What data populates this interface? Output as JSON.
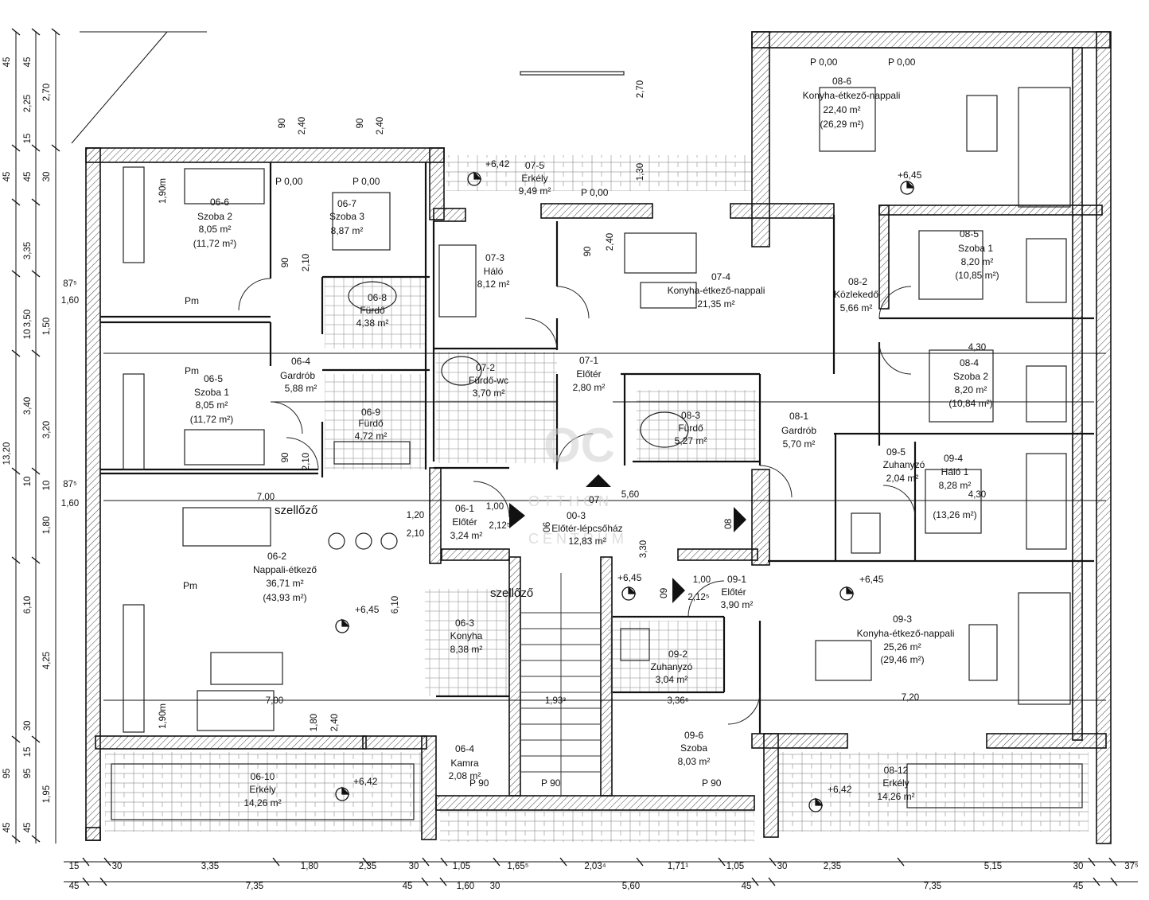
{
  "watermark": {
    "logo": "OC",
    "text1": "OTTHON",
    "text2": "CENTRUM"
  },
  "rooms": [
    {
      "id": "06-6",
      "name": "Szoba 2",
      "area": "8,05 m²",
      "area2": "(11,72 m²)"
    },
    {
      "id": "06-7",
      "name": "Szoba 3",
      "area": "8,87 m²",
      "area2": ""
    },
    {
      "id": "06-8",
      "name": "Fürdő",
      "area": "4,38 m²",
      "area2": ""
    },
    {
      "id": "06-5",
      "name": "Szoba 1",
      "area": "8,05 m²",
      "area2": "(11,72 m²)"
    },
    {
      "id": "06-4",
      "name": "Gardrób",
      "area": "5,88 m²",
      "area2": ""
    },
    {
      "id": "06-9",
      "name": "Fürdő",
      "area": "4,72 m²",
      "area2": ""
    },
    {
      "id": "06-2",
      "name": "Nappali-étkező",
      "area": "36,71 m²",
      "area2": "(43,93 m²)"
    },
    {
      "id": "06-1",
      "name": "Előtér",
      "area": "3,24 m²",
      "area2": ""
    },
    {
      "id": "06-3",
      "name": "Konyha",
      "area": "8,38 m²",
      "area2": ""
    },
    {
      "id": "06-4",
      "name": "Kamra",
      "area": "2,08 m²",
      "area2": ""
    },
    {
      "id": "06-10",
      "name": "Erkély",
      "area": "14,26 m²",
      "area2": ""
    },
    {
      "id": "07-5",
      "name": "Erkély",
      "area": "9,49 m²",
      "area2": ""
    },
    {
      "id": "07-3",
      "name": "Háló",
      "area": "8,12 m²",
      "area2": ""
    },
    {
      "id": "07-4",
      "name": "Konyha-étkező-nappali",
      "area": "21,35 m²",
      "area2": ""
    },
    {
      "id": "07-1",
      "name": "Előtér",
      "area": "2,80 m²",
      "area2": ""
    },
    {
      "id": "07-2",
      "name": "Fürdő-wc",
      "area": "3,70 m²",
      "area2": ""
    },
    {
      "id": "00-3",
      "name": "Előtér-lépcsőház",
      "area": "12,83 m²",
      "area2": ""
    },
    {
      "id": "08-6",
      "name": "Konyha-étkező-nappali",
      "area": "22,40 m²",
      "area2": "(26,29 m²)"
    },
    {
      "id": "08-5",
      "name": "Szoba 1",
      "area": "8,20 m²",
      "area2": "(10,85 m²)"
    },
    {
      "id": "08-2",
      "name": "Közlekedő",
      "area": "5,66 m²",
      "area2": ""
    },
    {
      "id": "08-4",
      "name": "Szoba 2",
      "area": "8,20 m²",
      "area2": "(10,84 m²)"
    },
    {
      "id": "08-3",
      "name": "Fürdő",
      "area": "5,27 m²",
      "area2": ""
    },
    {
      "id": "08-1",
      "name": "Gardrób",
      "area": "5,70 m²",
      "area2": ""
    },
    {
      "id": "09-5",
      "name": "Zuhanyzó",
      "area": "2,04 m²",
      "area2": ""
    },
    {
      "id": "09-4",
      "name": "Háló 1",
      "area": "8,28 m²",
      "area2": "(13,26 m²)"
    },
    {
      "id": "09-1",
      "name": "Előtér",
      "area": "3,90 m²",
      "area2": ""
    },
    {
      "id": "09-2",
      "name": "Zuhanyzó",
      "area": "3,04 m²",
      "area2": ""
    },
    {
      "id": "09-3",
      "name": "Konyha-étkező-nappali",
      "area": "25,26 m²",
      "area2": "(29,46 m²)"
    },
    {
      "id": "09-6",
      "name": "Szoba",
      "area": "8,03 m²",
      "area2": ""
    },
    {
      "id": "08-12",
      "name": "Erkély",
      "area": "14,26 m²",
      "area2": ""
    }
  ],
  "labels": {
    "szellozo": "szellőző",
    "p000": "P 0,00",
    "p90": "P 90",
    "pm": "Pm",
    "lvl_645": "+6,45",
    "lvl_642": "+6,42",
    "door_06": "06",
    "door_07": "07",
    "door_08": "08",
    "door_09": "09"
  },
  "dims_bottom_row1": [
    "15",
    "30",
    "3,35",
    "1,80",
    "2,35",
    "30",
    "1,05",
    "1,65⁵",
    "2,03⁴",
    "1,71¹",
    "1,05",
    "30",
    "2,35",
    "5,15",
    "30",
    "37⁵"
  ],
  "dims_bottom_row2": [
    "45",
    "7,35",
    "45",
    "1,60",
    "30",
    "5,60",
    "45",
    "7,35",
    "45"
  ],
  "dims_left": [
    "45",
    "2,25",
    "15",
    "45",
    "3,35",
    "3,20",
    "1,50",
    "10",
    "1,80",
    "6,10",
    "4,25",
    "30",
    "15",
    "95",
    "1,95",
    "45"
  ],
  "dims_left_outer": [
    "45",
    "2,70",
    "30",
    "3,50",
    "10",
    "3,40",
    "13,20",
    "10",
    "87⁵",
    "1,60",
    "87⁵",
    "1,60",
    "45",
    "95",
    "45"
  ],
  "dims_inner": [
    "90",
    "2,40",
    "90",
    "2,40",
    "2,70",
    "1,30",
    "2,40",
    "90",
    "1,90m",
    "1,90m",
    "1,80",
    "2,40",
    "90",
    "2,10",
    "90",
    "2,10",
    "4,30",
    "4,30",
    "7,00",
    "7,00",
    "7,20",
    "6,10",
    "3,30",
    "5,60",
    "1,00",
    "1,00",
    "2,12⁵",
    "2,12⁵",
    "1,20",
    "2,10",
    "1,93³",
    "3,36⁶"
  ]
}
